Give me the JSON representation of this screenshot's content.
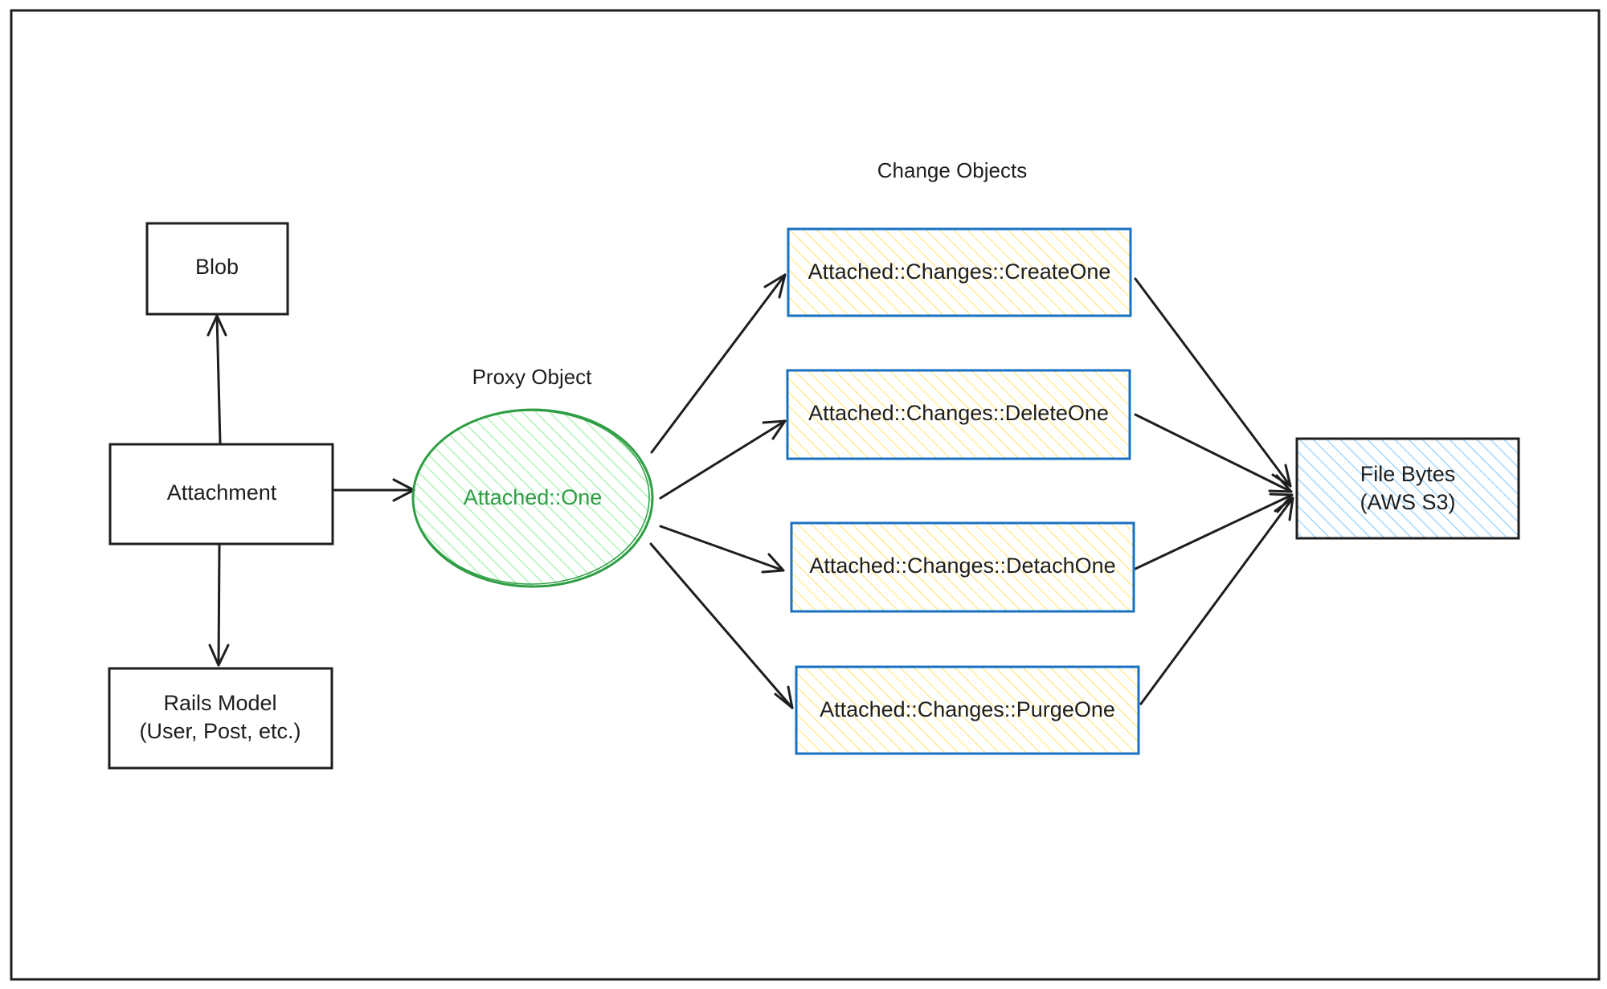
{
  "nodes": {
    "blob": {
      "label": "Blob"
    },
    "attachment": {
      "label": "Attachment"
    },
    "rails_model": {
      "label_line1": "Rails Model",
      "label_line2": "(User, Post, etc.)"
    },
    "proxy": {
      "label": "Attached::One"
    },
    "create_one": {
      "label": "Attached::Changes::CreateOne"
    },
    "delete_one": {
      "label": "Attached::Changes::DeleteOne"
    },
    "detach_one": {
      "label": "Attached::Changes::DetachOne"
    },
    "purge_one": {
      "label": "Attached::Changes::PurgeOne"
    },
    "file_bytes": {
      "label_line1": "File Bytes",
      "label_line2": "(AWS S3)"
    }
  },
  "captions": {
    "proxy_object": "Proxy Object",
    "change_objects": "Change Objects"
  },
  "colors": {
    "stroke_dark": "#1e1e1e",
    "proxy_stroke": "#2f9e44",
    "proxy_fill": "#b2f2bb",
    "change_stroke": "#1971c2",
    "change_fill": "#ffec99",
    "bytes_stroke": "#1e1e1e",
    "bytes_fill": "#a5d8ff"
  },
  "edges": [
    {
      "from": "attachment",
      "to": "blob"
    },
    {
      "from": "attachment",
      "to": "rails_model"
    },
    {
      "from": "attachment",
      "to": "proxy"
    },
    {
      "from": "proxy",
      "to": "create_one"
    },
    {
      "from": "proxy",
      "to": "delete_one"
    },
    {
      "from": "proxy",
      "to": "detach_one"
    },
    {
      "from": "proxy",
      "to": "purge_one"
    },
    {
      "from": "create_one",
      "to": "file_bytes"
    },
    {
      "from": "delete_one",
      "to": "file_bytes"
    },
    {
      "from": "detach_one",
      "to": "file_bytes"
    },
    {
      "from": "purge_one",
      "to": "file_bytes"
    }
  ]
}
